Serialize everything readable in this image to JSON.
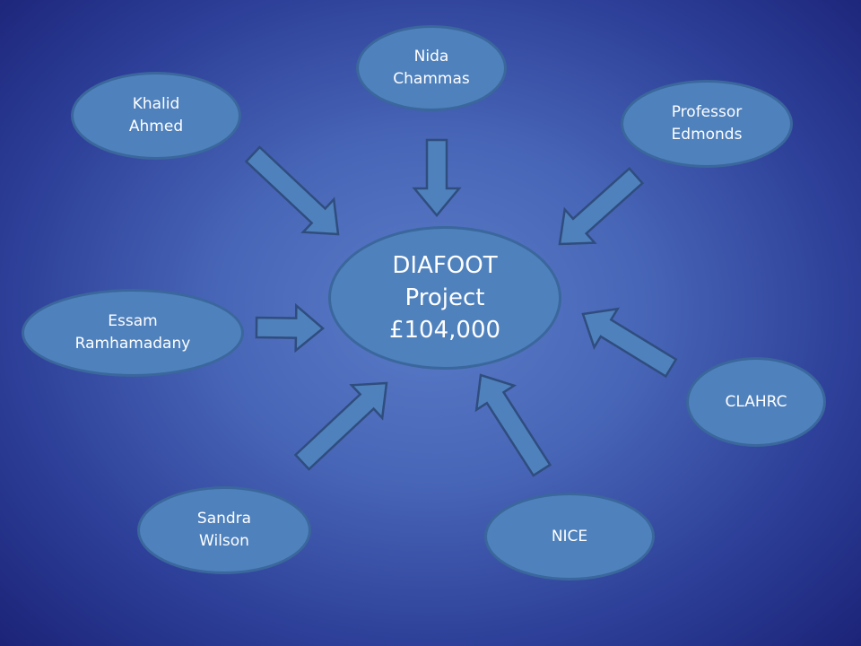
{
  "colors": {
    "node_fill": "#4f81bd",
    "node_border": "#3a679c",
    "arrow_fill": "#4f81bd",
    "arrow_stroke": "#2f4d7e",
    "text": "#ffffff"
  },
  "center": {
    "label": "DIAFOOT\nProject\n£104,000"
  },
  "nodes": {
    "khalid": {
      "label": "Khalid\nAhmed"
    },
    "nida": {
      "label": "Nida\nChammas"
    },
    "professor": {
      "label": "Professor\nEdmonds"
    },
    "essam": {
      "label": "Essam\nRamhamadany"
    },
    "clahrc": {
      "label": "CLAHRC"
    },
    "sandra": {
      "label": "Sandra\nWilson"
    },
    "nice": {
      "label": "NICE"
    }
  }
}
